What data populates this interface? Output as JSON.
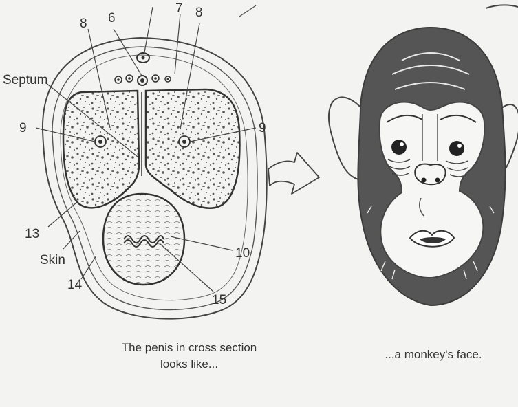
{
  "left_figure": {
    "labels": {
      "l6": "6",
      "l7": "7",
      "l8a": "8",
      "l8b": "8",
      "septum": "Septum",
      "l9a": "9",
      "l9b": "9",
      "l10": "10",
      "l13": "13",
      "skin": "Skin",
      "l14": "14",
      "l15": "15"
    },
    "caption_line1": "The penis in cross section",
    "caption_line2": "looks like..."
  },
  "right_figure": {
    "caption": "...a monkey's face."
  },
  "colors": {
    "ink": "#333333",
    "fur": "#555555",
    "paper": "#f3f3f1"
  },
  "icons": [
    "arrow-right-icon",
    "monkey-face-icon"
  ]
}
